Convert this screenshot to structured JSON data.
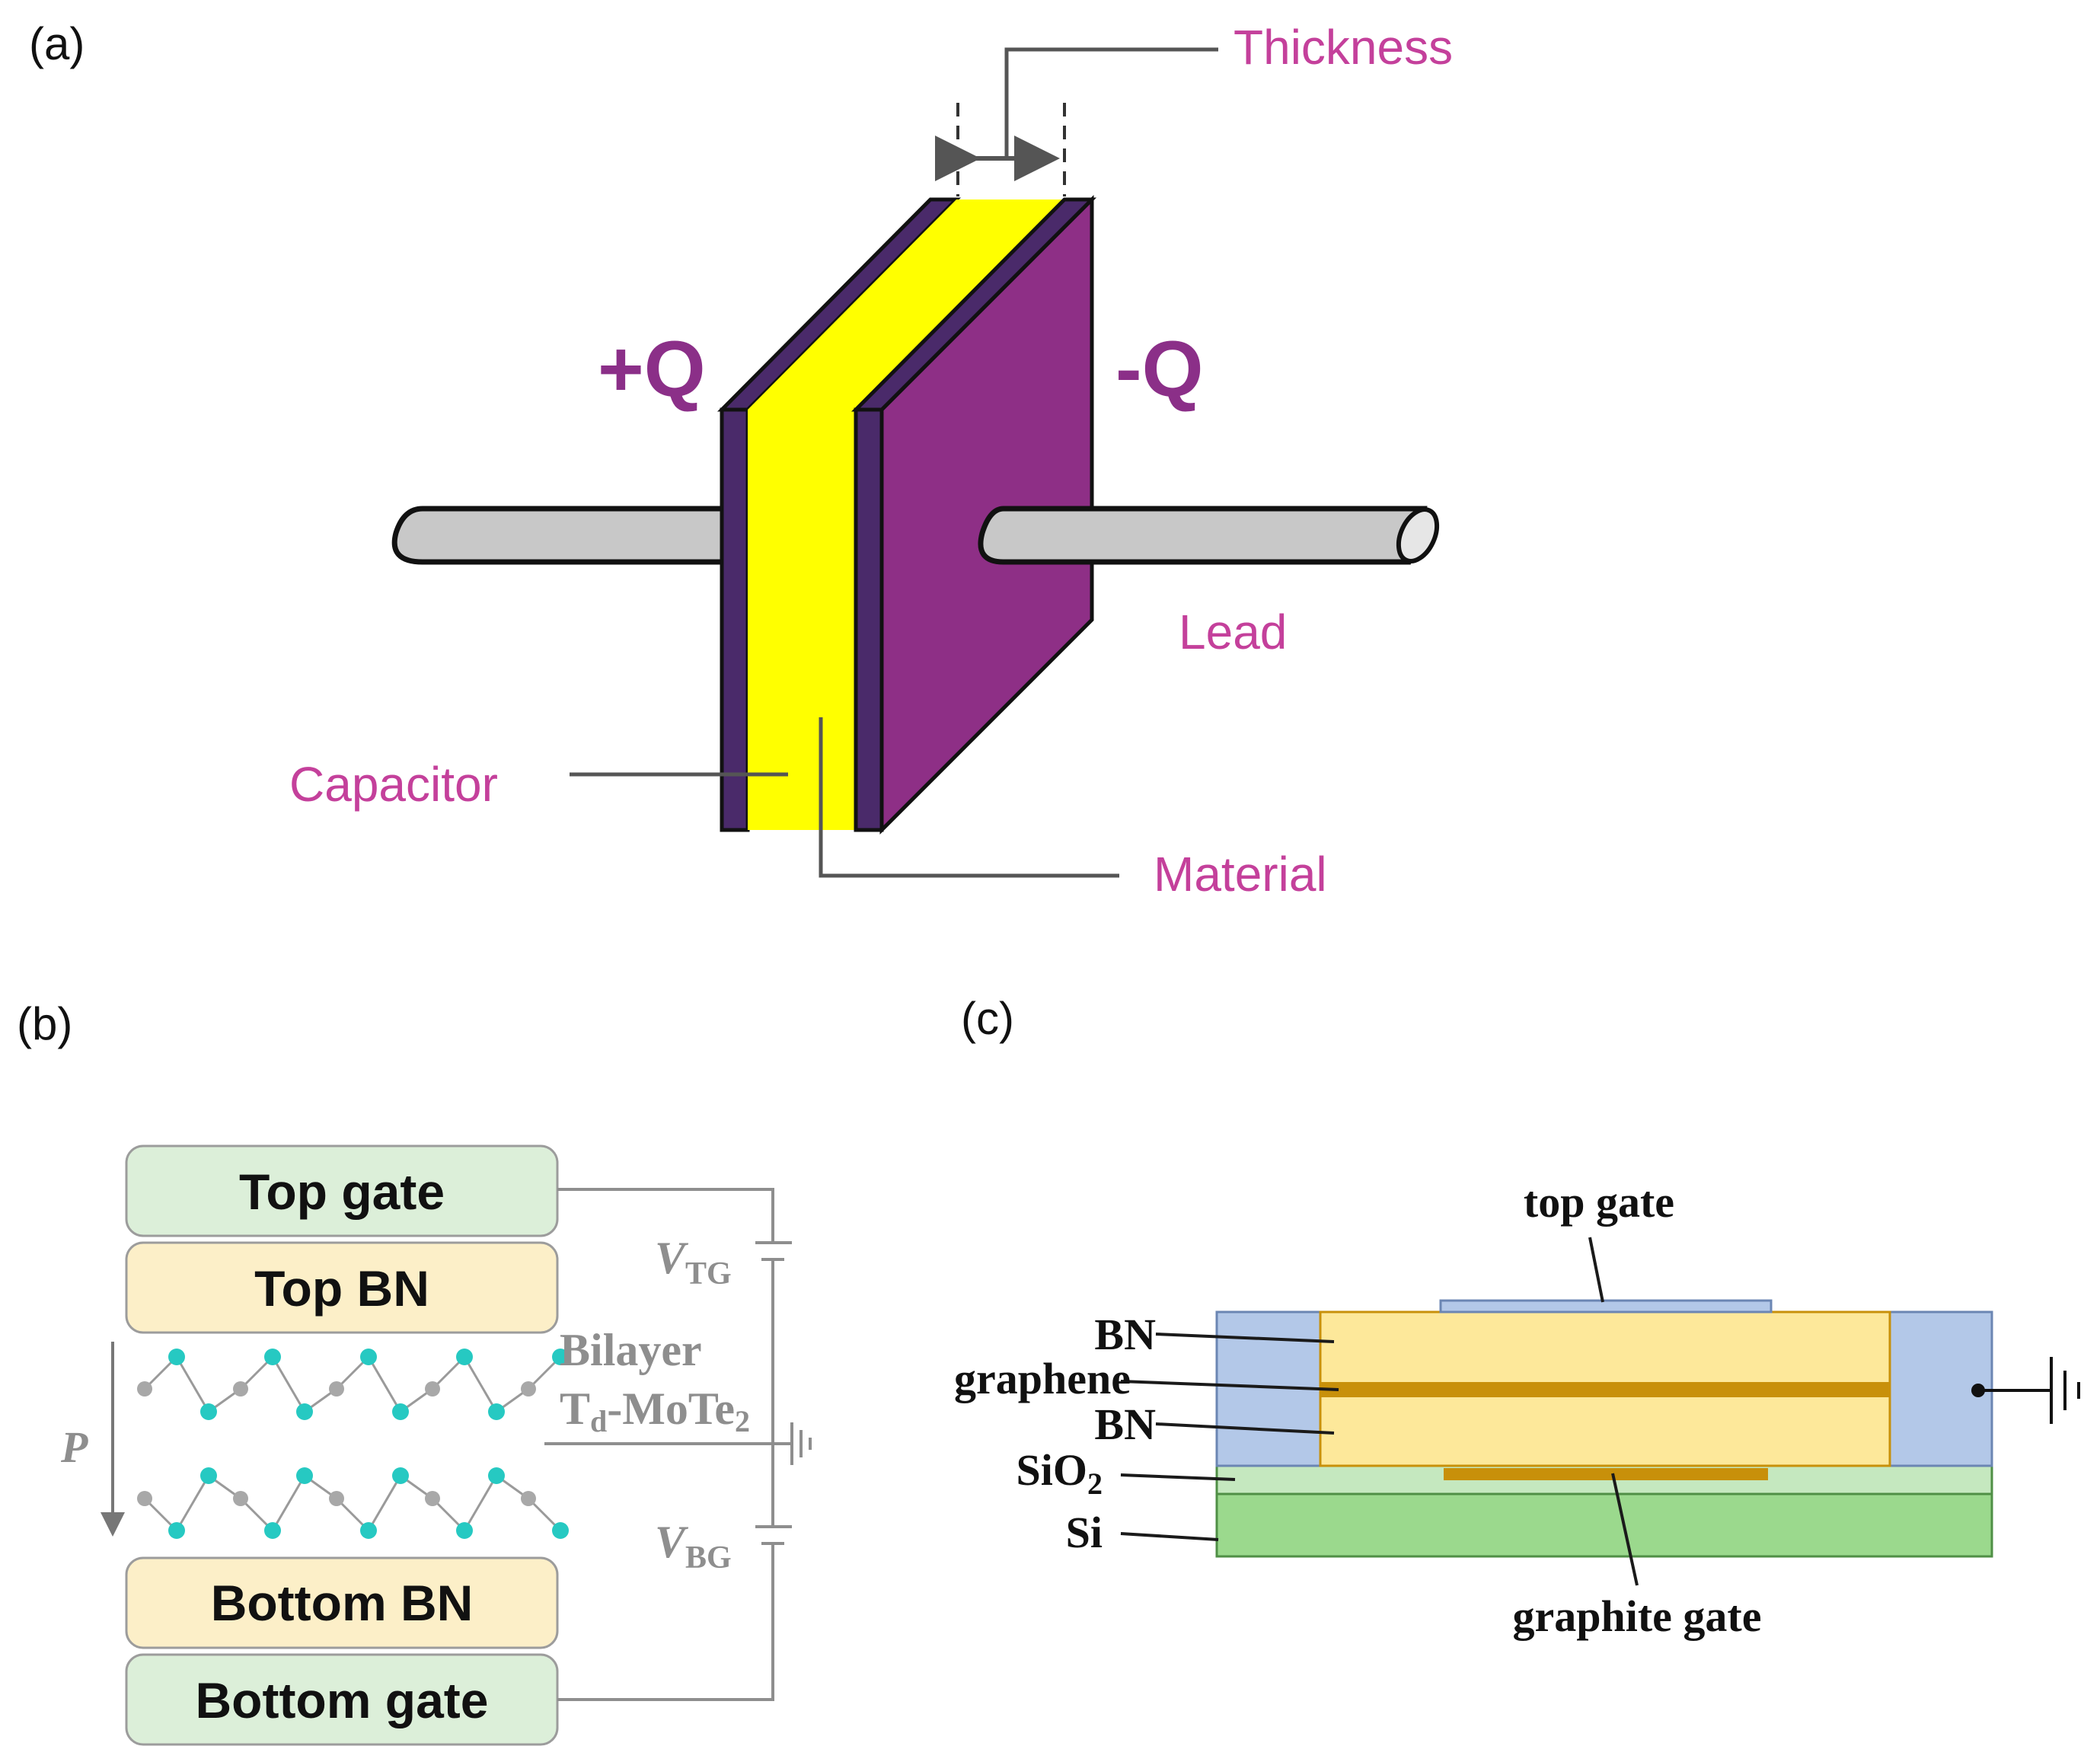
{
  "panels": {
    "a": {
      "label": "(a)",
      "thickness": "Thickness",
      "plus_q": "+Q",
      "minus_q": "-Q",
      "lead": "Lead",
      "capacitor": "Capacitor",
      "material": "Material"
    },
    "b": {
      "label": "(b)",
      "top_gate": "Top gate",
      "top_bn": "Top BN",
      "bottom_bn": "Bottom BN",
      "bottom_gate": "Bottom gate",
      "bilayer": "Bilayer",
      "material_main": "T",
      "material_sub": "d",
      "material_rest": "-MoTe",
      "material_sub2": "2",
      "v_tg_main": "V",
      "v_tg_sub": "TG",
      "v_bg_main": "V",
      "v_bg_sub": "BG",
      "polarization": "P"
    },
    "c": {
      "label": "(c)",
      "top_gate": "top gate",
      "bn_top": "BN",
      "graphene": "graphene",
      "bn_bottom": "BN",
      "sio2_main": "SiO",
      "sio2_sub": "2",
      "si": "Si",
      "graphite_gate": "graphite gate"
    }
  },
  "colors": {
    "plate_purple": "#8e2f86",
    "plate_edge": "#4a2a6a",
    "dielectric_yellow": "#ffff00",
    "lead_gray": "#c8c8c8",
    "gate_green": "#dcefd9",
    "bn_cream": "#fcefc8",
    "atom_cyan": "#26c9c2",
    "atom_gray": "#a8a8a8",
    "c_blue": "#b3c8e8",
    "c_yellow": "#fde89a",
    "c_gold": "#c8900a",
    "c_light_green": "#c5e8bf",
    "c_green": "#9bd98d"
  }
}
